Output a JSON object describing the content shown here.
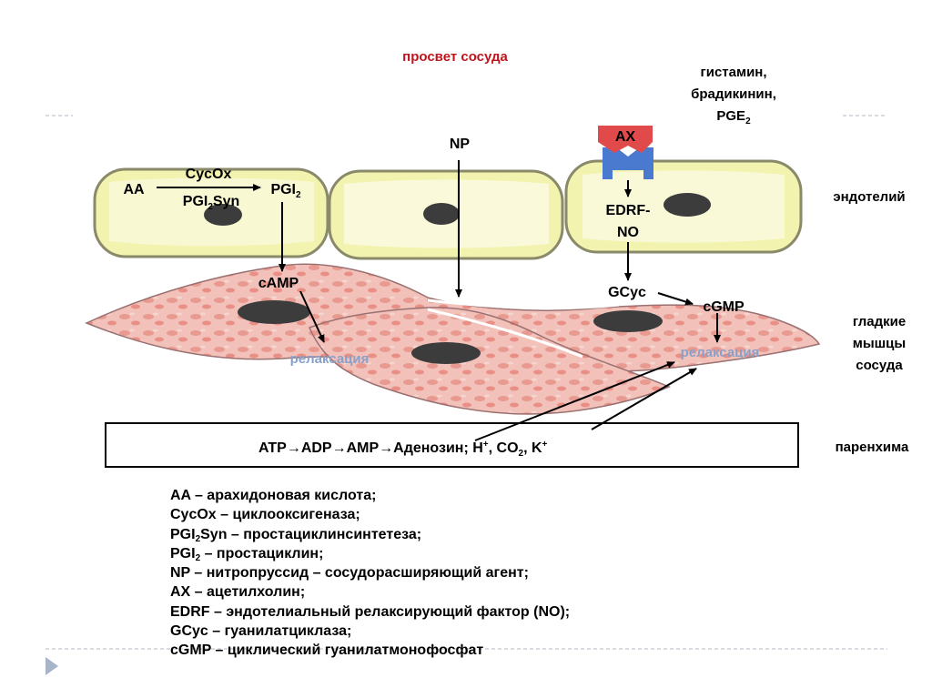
{
  "lumen_label": "просвет сосуда",
  "agonist_label": {
    "line1": "гистамин,",
    "line2": "брадикинин,",
    "line3_main": "PGE",
    "line3_sub": "2"
  },
  "side_labels": {
    "endothelium": "эндотелий",
    "smooth_muscle": {
      "line1": "гладкие",
      "line2": "мышцы",
      "line3": "сосуда"
    },
    "parenchyma": "паренхима"
  },
  "pathway": {
    "aa": "AA",
    "cycox": "CycOx",
    "pgi2syn": {
      "a": "PGI",
      "sub": "2",
      "b": "Syn"
    },
    "pgi2": {
      "main": "PGI",
      "sub": "2"
    },
    "camp": "cAMP",
    "np": "NP",
    "ax": "AX",
    "edrf": {
      "line1": "EDRF-",
      "line2": "NO"
    },
    "gcyc": "GCyc",
    "cgmp": "cGMP",
    "relax_left": "релаксация",
    "relax_right": "релаксация"
  },
  "parenchyma_box": {
    "atp": "ATP",
    "arrow": "→",
    "adp": "ADP",
    "amp": "AMP",
    "adenosine": "Аденозин; H",
    "hplus": "+",
    "co2_lead": ", CO",
    "co2_sub": "2",
    "k_lead": ", K",
    "kplus": "+"
  },
  "legend": [
    {
      "lead": "",
      "a": "AA – арахидоновая кислота;",
      "sub": "",
      "b": ""
    },
    {
      "lead": " ",
      "a": "CycOx – циклооксигеназа;",
      "sub": "",
      "b": ""
    },
    {
      "lead": "",
      "a": "PGI",
      "sub": "2",
      "b": "Syn – простациклинсинтетеза;"
    },
    {
      "lead": "",
      "a": "PGI",
      "sub": "2",
      "b": " – простациклин;"
    },
    {
      "lead": "",
      "a": "NP – нитропруссид – сосудорасширяющий агент;",
      "sub": "",
      "b": ""
    },
    {
      "lead": "",
      "a": "AX – ацетилхолин;",
      "sub": "",
      "b": ""
    },
    {
      "lead": "",
      "a": "EDRF – эндотелиальный релаксирующий фактор (NO);",
      "sub": "",
      "b": ""
    },
    {
      "lead": "",
      "a": "GCyc – гуанилатциклаза;",
      "sub": "",
      "b": ""
    },
    {
      "lead": "",
      "a": "cGMP – циклический гуанилатмонофосфат",
      "sub": "",
      "b": ""
    }
  ],
  "colors": {
    "endothelial_fill": "#f3f3b0",
    "endothelial_stroke": "#8a8a6a",
    "nucleus": "#3c3c3c",
    "muscle_fill": "#f0b8b0",
    "muscle_stroke": "#9a7070",
    "receptor": "#4a7ad0",
    "agonist": "#e04a4a",
    "relax_text": "#8aa0c8",
    "lumen_text": "#c0141c"
  }
}
